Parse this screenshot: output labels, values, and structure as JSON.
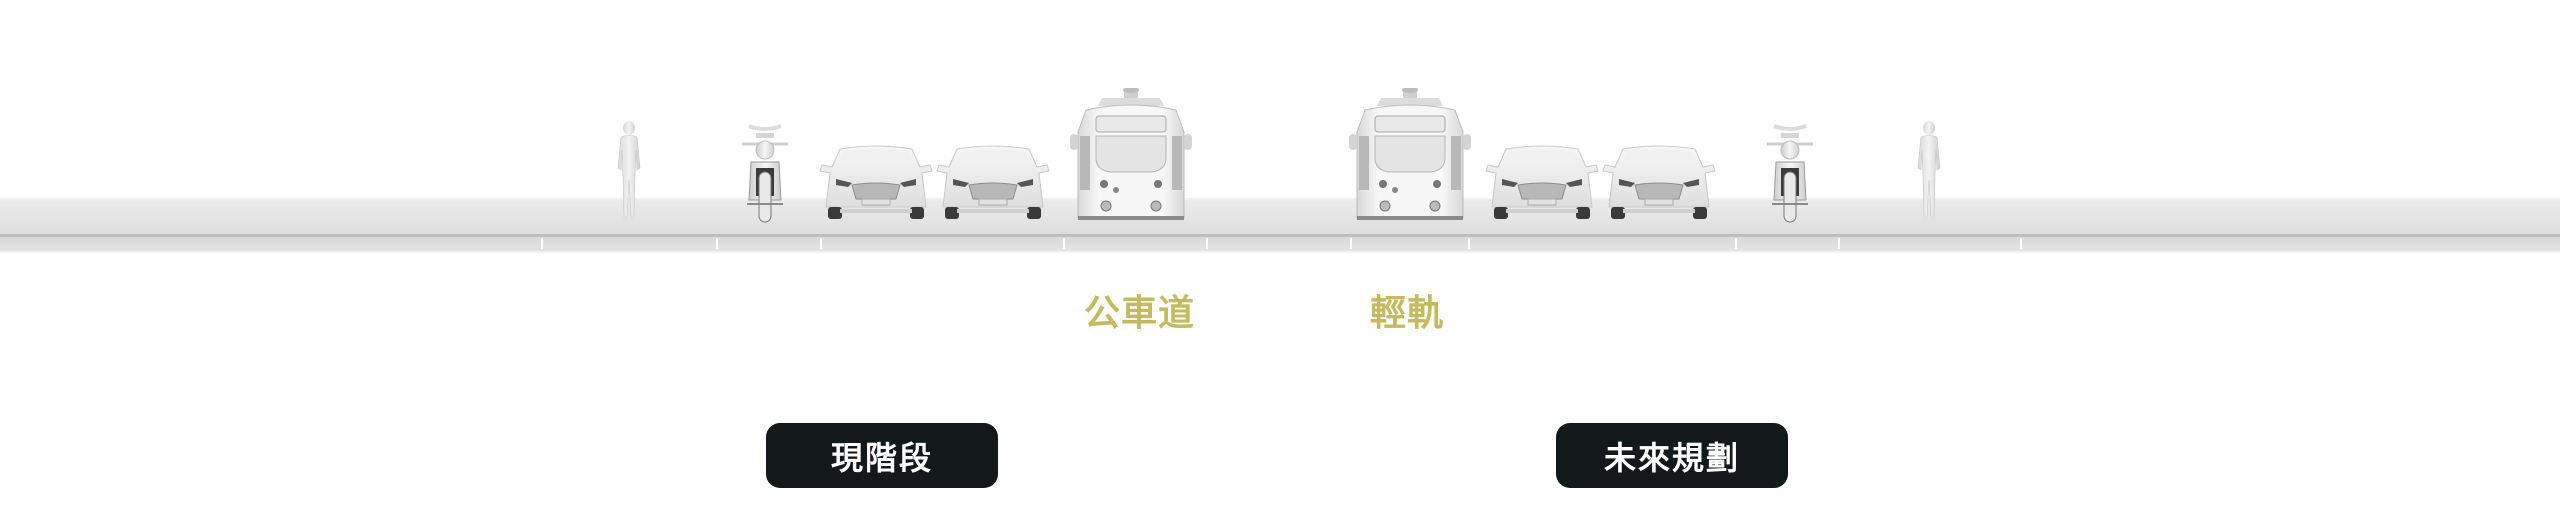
{
  "scene": {
    "type": "road cross-section comparison",
    "background_color": "#ffffff",
    "road_color": "#e6e6e6",
    "left_half": {
      "objects": [
        "pedestrian-icon",
        "motorcycle-icon",
        "car-icon",
        "car-icon",
        "bus-icon"
      ]
    },
    "right_half": {
      "objects": [
        "tram-icon",
        "car-icon",
        "car-icon",
        "motorcycle-icon",
        "pedestrian-icon"
      ]
    }
  },
  "lane_labels": {
    "bus_lane": "公車道",
    "light_rail": "輕軌",
    "color": "#c4bb5e"
  },
  "phase_buttons": {
    "current": "現階段",
    "future": "未來規劃",
    "color": "#13191b"
  }
}
